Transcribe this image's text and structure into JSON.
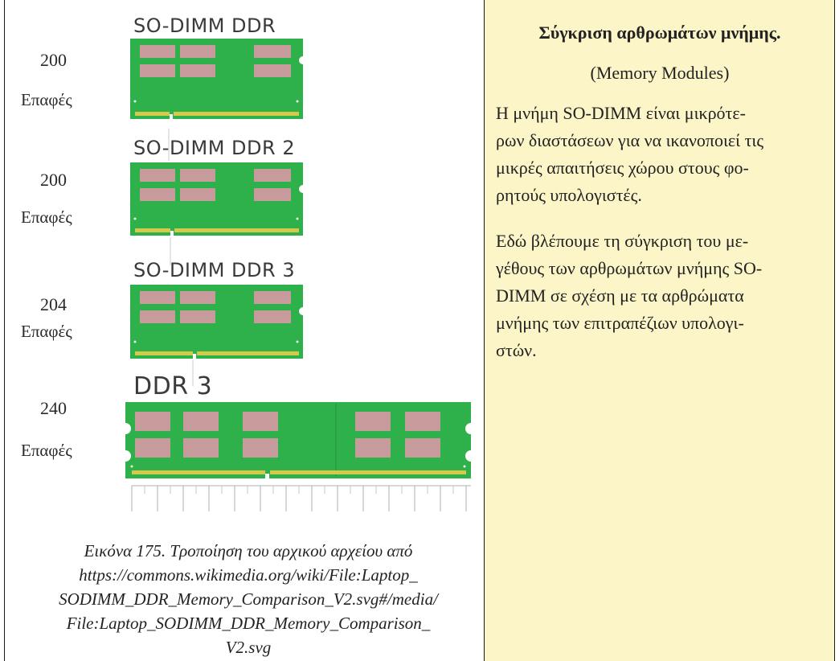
{
  "modules": [
    {
      "label": "SO-DIMM DDR",
      "pins": "200",
      "pins_word": "Επαφές"
    },
    {
      "label": "SO-DIMM DDR 2",
      "pins": "200",
      "pins_word": "Επαφές"
    },
    {
      "label": "SO-DIMM DDR 3",
      "pins": "204",
      "pins_word": "Επαφές"
    },
    {
      "label": "DDR 3",
      "pins": "240",
      "pins_word": "Επαφές"
    }
  ],
  "caption_lines": [
    "Εικόνα 175. Τροποίηση του αρχικού αρχείου από",
    "https://commons.wikimedia.org/wiki/File:Laptop_",
    "SODIMM_DDR_Memory_Comparison_V2.svg#/media/",
    "File:Laptop_SODIMM_DDR_Memory_Comparison_",
    "V2.svg"
  ],
  "sidebar": {
    "title": "Σύγκριση αρθρωμάτων μνήμης.",
    "subtitle": "(Memory Modules)",
    "para1": [
      "Η μνήμη SO-DIMM είναι μικρότε-",
      "ρων διαστάσεων για να ικανοποιεί τις",
      "μικρές απαιτήσεις χώρου στους φο-",
      "ρητούς υπολογιστές."
    ],
    "para2": [
      "Εδώ βλέπουμε τη σύγκριση του με-",
      "γέθους των αρθρωμάτων μνήμης SO-",
      "DIMM σε σχέση με τα αρθρώματα",
      "μνήμης των επιτραπέζιων υπολογι-",
      "στών."
    ]
  },
  "colors": {
    "pcb": "#2eb04a",
    "chip": "#c79a9c",
    "gold": "#d4c94a",
    "sidebar_bg": "#fbf5c7"
  }
}
